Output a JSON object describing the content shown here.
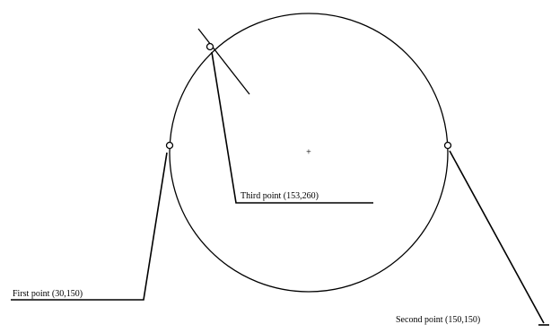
{
  "labels": {
    "first_point": "First point  (30,150)",
    "second_point": "Second point  (150,150)",
    "third_point": "Third point (153,260)",
    "center_mark": "+"
  },
  "colors": {
    "stroke": "#000000",
    "background": "#ffffff"
  }
}
